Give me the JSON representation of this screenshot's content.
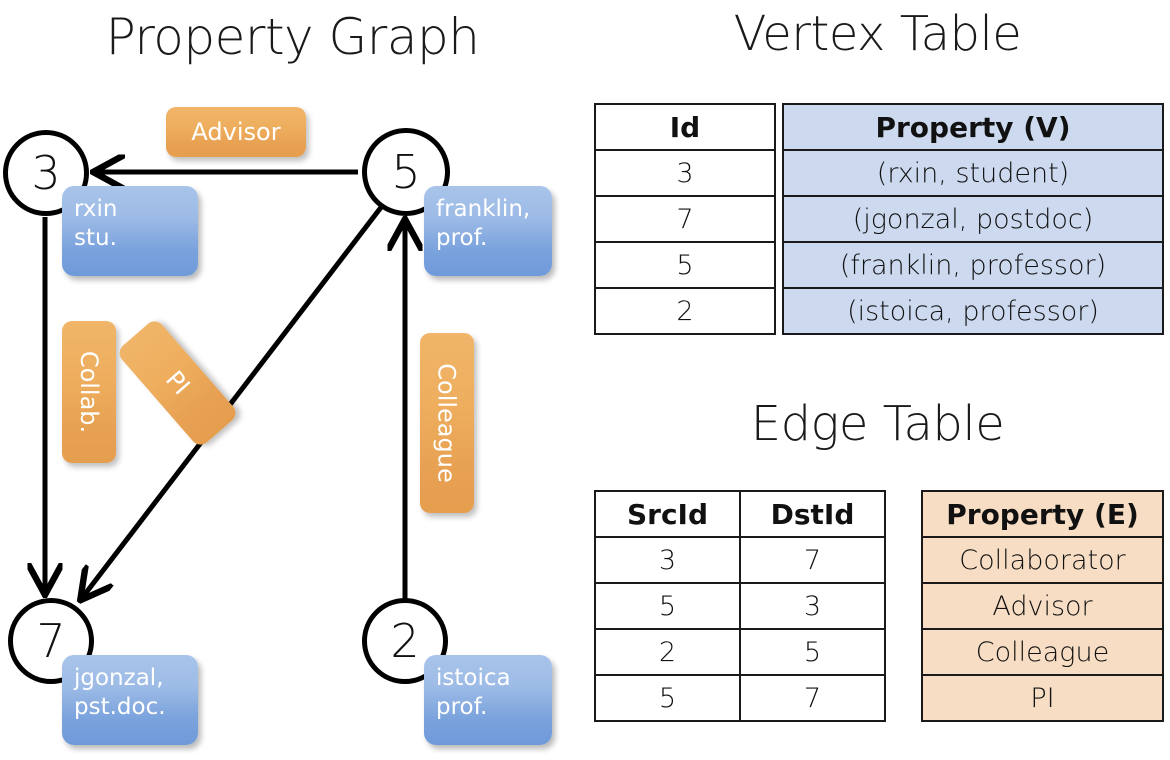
{
  "titles": {
    "property_graph": "Property Graph",
    "vertex_table": "Vertex Table",
    "edge_table": "Edge Table"
  },
  "graph": {
    "nodes": [
      {
        "id": "3",
        "property": "rxin\nstu."
      },
      {
        "id": "5",
        "property": "franklin,\nprof."
      },
      {
        "id": "7",
        "property": "jgonzal,\npst.doc."
      },
      {
        "id": "2",
        "property": "istoica\nprof."
      }
    ],
    "node_labels": {
      "n3": "3",
      "n5": "5",
      "n7": "7",
      "n2": "2"
    },
    "property_boxes": {
      "rxin_line1": "rxin",
      "rxin_line2": "stu.",
      "franklin_line1": "franklin,",
      "franklin_line2": "prof.",
      "jgonzal_line1": "jgonzal,",
      "jgonzal_line2": "pst.doc.",
      "istoica_line1": "istoica",
      "istoica_line2": "prof."
    },
    "edge_labels": {
      "advisor": "Advisor",
      "collab": "Collab.",
      "pi": "PI",
      "colleague": "Colleague"
    },
    "edges": [
      {
        "src": "5",
        "dst": "3",
        "label": "Advisor"
      },
      {
        "src": "3",
        "dst": "7",
        "label": "Collab."
      },
      {
        "src": "5",
        "dst": "7",
        "label": "PI"
      },
      {
        "src": "2",
        "dst": "5",
        "label": "Colleague"
      }
    ]
  },
  "vertex_table": {
    "headers": [
      "Id",
      "Property (V)"
    ],
    "rows": [
      {
        "id": "3",
        "property": "(rxin, student)"
      },
      {
        "id": "7",
        "property": "(jgonzal, postdoc)"
      },
      {
        "id": "5",
        "property": "(franklin, professor)"
      },
      {
        "id": "2",
        "property": "(istoica, professor)"
      }
    ]
  },
  "edge_table": {
    "headers": [
      "SrcId",
      "DstId",
      "Property (E)"
    ],
    "rows": [
      {
        "src": "3",
        "dst": "7",
        "property": "Collaborator"
      },
      {
        "src": "5",
        "dst": "3",
        "property": "Advisor"
      },
      {
        "src": "2",
        "dst": "5",
        "property": "Colleague"
      },
      {
        "src": "5",
        "dst": "7",
        "property": "PI"
      }
    ]
  },
  "colors": {
    "vertex_property_fill": "#ccd9ef",
    "edge_property_fill": "#f7ddc3",
    "node_box_blue": "#7ba3dd",
    "edge_label_orange": "#eeae5e",
    "stroke": "#1a1a1a"
  }
}
